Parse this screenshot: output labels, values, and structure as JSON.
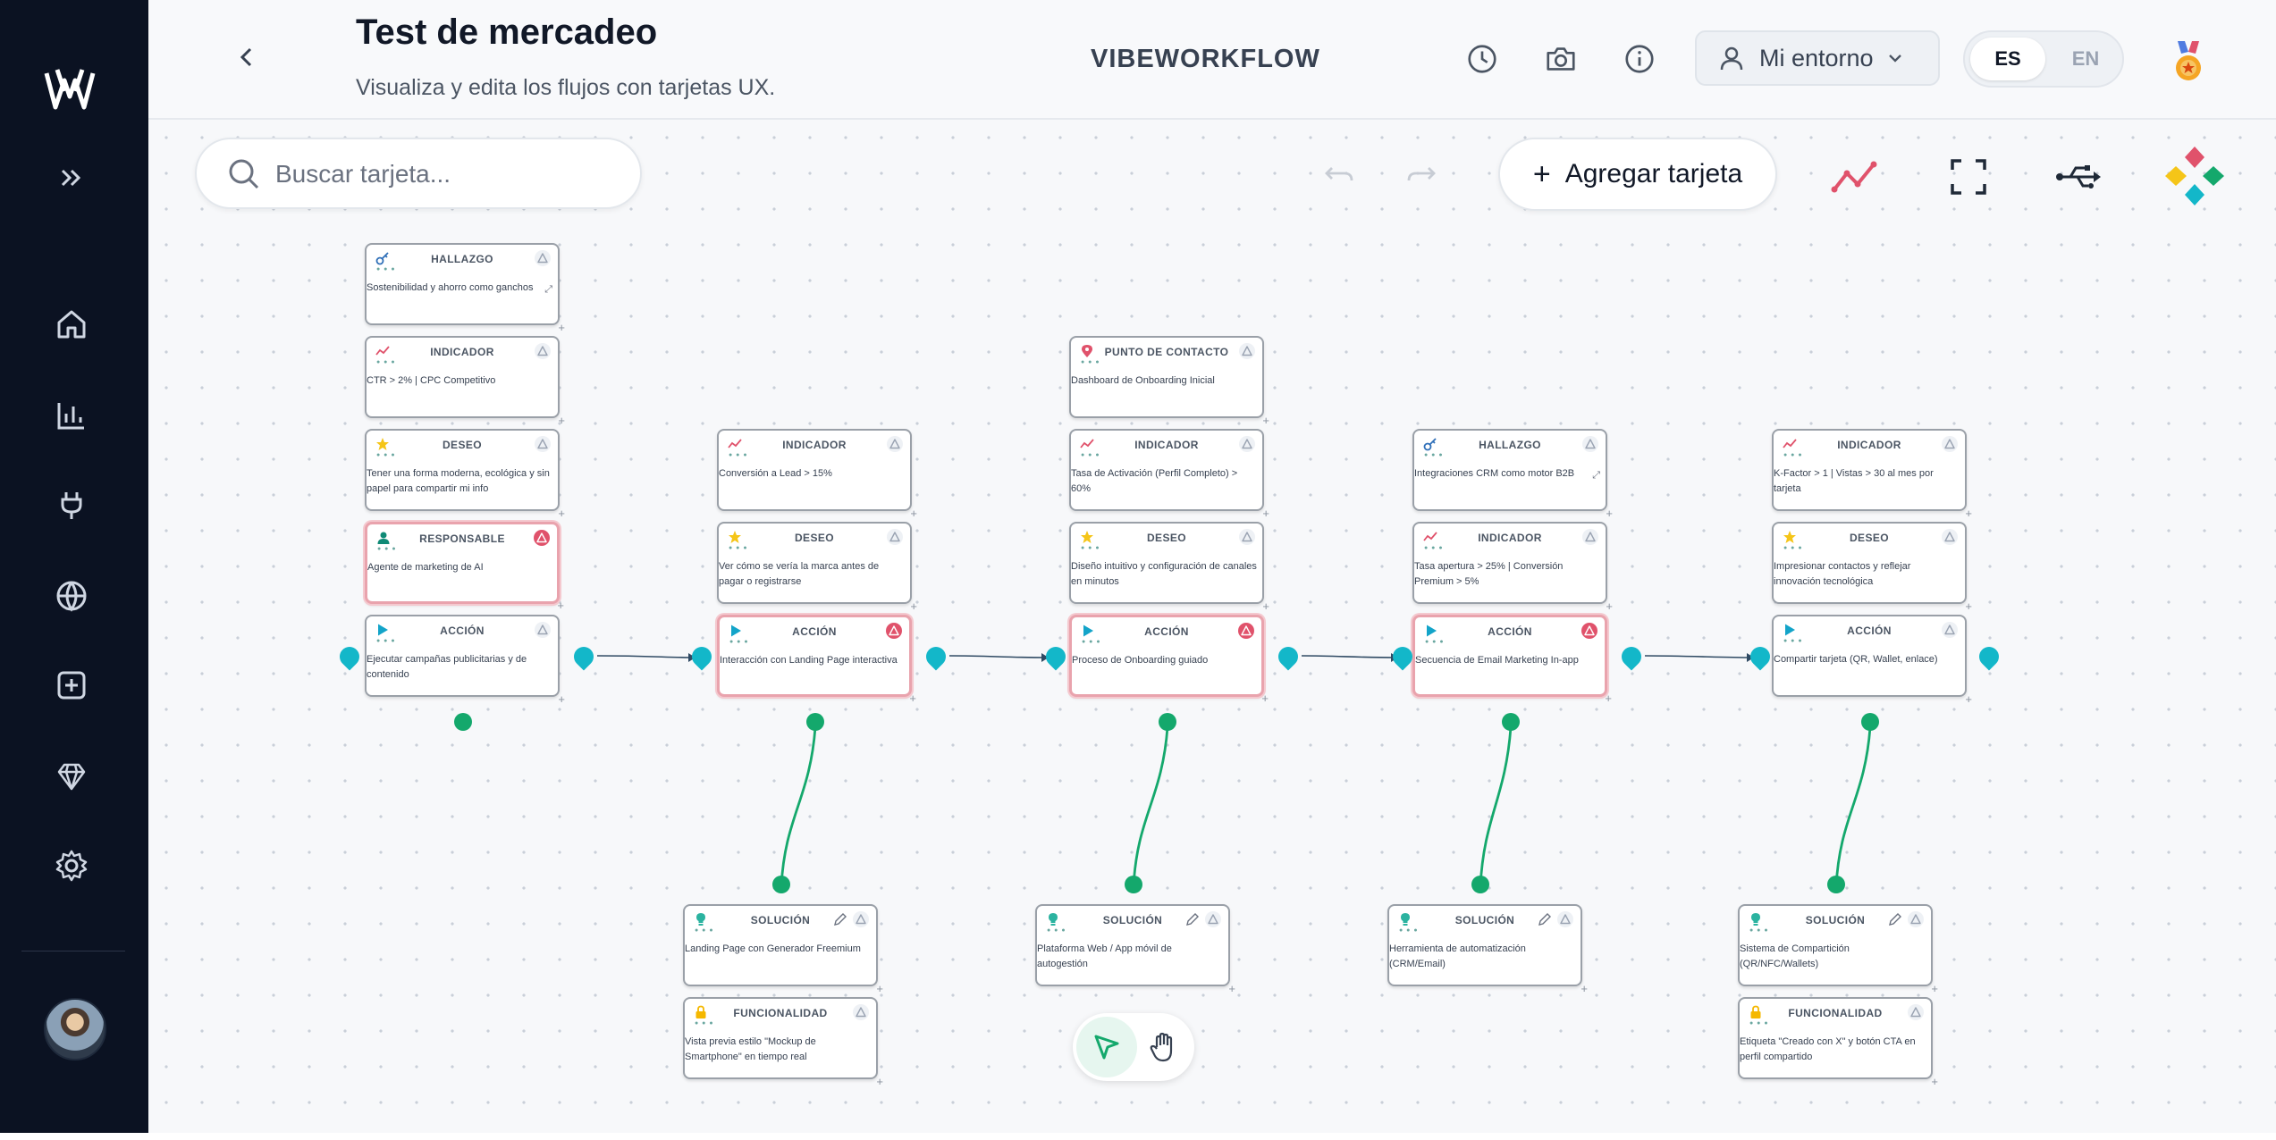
{
  "header": {
    "title": "Test de mercadeo",
    "subtitle": "Visualiza y edita los flujos con tarjetas UX.",
    "brand": "VIBEWORKFLOW",
    "environment": "Mi entorno",
    "lang_active": "ES",
    "lang_inactive": "EN"
  },
  "sidebar": {
    "items": [
      "expand-icon",
      "home-icon",
      "chart-icon",
      "plug-icon",
      "globe-icon",
      "add-square-icon",
      "diamond-icon",
      "gear-icon"
    ]
  },
  "toolbar": {
    "search_placeholder": "Buscar tarjeta...",
    "add_card": "Agregar tarjeta",
    "icons": [
      "undo-icon",
      "redo-icon",
      "trend-icon",
      "fullscreen-icon",
      "usb-icon",
      "app-logo-icon"
    ]
  },
  "colors": {
    "sidebar": "#0b1222",
    "accent_blue": "#13b7c9",
    "accent_green": "#14a86c",
    "alert": "#e0526b"
  },
  "cards": [
    {
      "id": "c1",
      "type": "HALLAZGO",
      "icon": "key",
      "text": "Sostenibilidad y ahorro como ganchos",
      "expand": true
    },
    {
      "id": "c2",
      "type": "INDICADOR",
      "icon": "trend",
      "text": "CTR > 2% | CPC Competitivo"
    },
    {
      "id": "c3",
      "type": "DESEO",
      "icon": "star",
      "text": "Tener una forma moderna, ecológica y sin papel para compartir mi info"
    },
    {
      "id": "c4",
      "type": "RESPONSABLE",
      "icon": "person",
      "text": "Agente de marketing de AI",
      "hl": true
    },
    {
      "id": "c5",
      "type": "ACCIÓN",
      "icon": "play",
      "text": "Ejecutar campañas publicitarias y de contenido"
    },
    {
      "id": "c6",
      "type": "INDICADOR",
      "icon": "trend",
      "text": "Conversión a Lead > 15%"
    },
    {
      "id": "c7",
      "type": "DESEO",
      "icon": "star",
      "text": "Ver cómo se vería la marca antes de pagar o registrarse"
    },
    {
      "id": "c8",
      "type": "ACCIÓN",
      "icon": "play",
      "text": "Interacción con Landing Page interactiva",
      "hl": true
    },
    {
      "id": "c9",
      "type": "PUNTO DE CONTACTO",
      "icon": "pin",
      "text": "Dashboard de Onboarding Inicial"
    },
    {
      "id": "c10",
      "type": "INDICADOR",
      "icon": "trend",
      "text": "Tasa de Activación (Perfil Completo) > 60%"
    },
    {
      "id": "c11",
      "type": "DESEO",
      "icon": "star",
      "text": "Diseño intuitivo y configuración de canales en minutos"
    },
    {
      "id": "c12",
      "type": "ACCIÓN",
      "icon": "play",
      "text": "Proceso de Onboarding guiado",
      "hl": true
    },
    {
      "id": "c13",
      "type": "HALLAZGO",
      "icon": "key",
      "text": "Integraciones CRM como motor B2B",
      "expand": true
    },
    {
      "id": "c14",
      "type": "INDICADOR",
      "icon": "trend",
      "text": "Tasa apertura > 25% | Conversión Premium > 5%"
    },
    {
      "id": "c15",
      "type": "ACCIÓN",
      "icon": "play",
      "text": "Secuencia de Email Marketing In-app",
      "hl": true
    },
    {
      "id": "c16",
      "type": "INDICADOR",
      "icon": "trend",
      "text": "K-Factor > 1 | Vistas > 30 al mes por tarjeta"
    },
    {
      "id": "c17",
      "type": "DESEO",
      "icon": "star",
      "text": "Impresionar contactos y reflejar innovación tecnológica"
    },
    {
      "id": "c18",
      "type": "ACCIÓN",
      "icon": "play",
      "text": "Compartir tarjeta (QR, Wallet, enlace)"
    },
    {
      "id": "c19",
      "type": "SOLUCIÓN",
      "icon": "bulb",
      "text": "Landing Page con Generador Freemium",
      "edit": true
    },
    {
      "id": "c20",
      "type": "FUNCIONALIDAD",
      "icon": "lock",
      "text": "Vista previa estilo \"Mockup de Smartphone\" en tiempo real"
    },
    {
      "id": "c21",
      "type": "SOLUCIÓN",
      "icon": "bulb",
      "text": "Plataforma Web / App móvil de autogestión",
      "edit": true
    },
    {
      "id": "c22",
      "type": "SOLUCIÓN",
      "icon": "bulb",
      "text": "Herramienta de automatización (CRM/Email)",
      "edit": true
    },
    {
      "id": "c23",
      "type": "SOLUCIÓN",
      "icon": "bulb",
      "text": "Sistema de Compartición (QR/NFC/Wallets)",
      "edit": true
    },
    {
      "id": "c24",
      "type": "FUNCIONALIDAD",
      "icon": "lock",
      "text": "Etiqueta \"Creado con X\" y botón CTA en perfil compartido"
    }
  ]
}
